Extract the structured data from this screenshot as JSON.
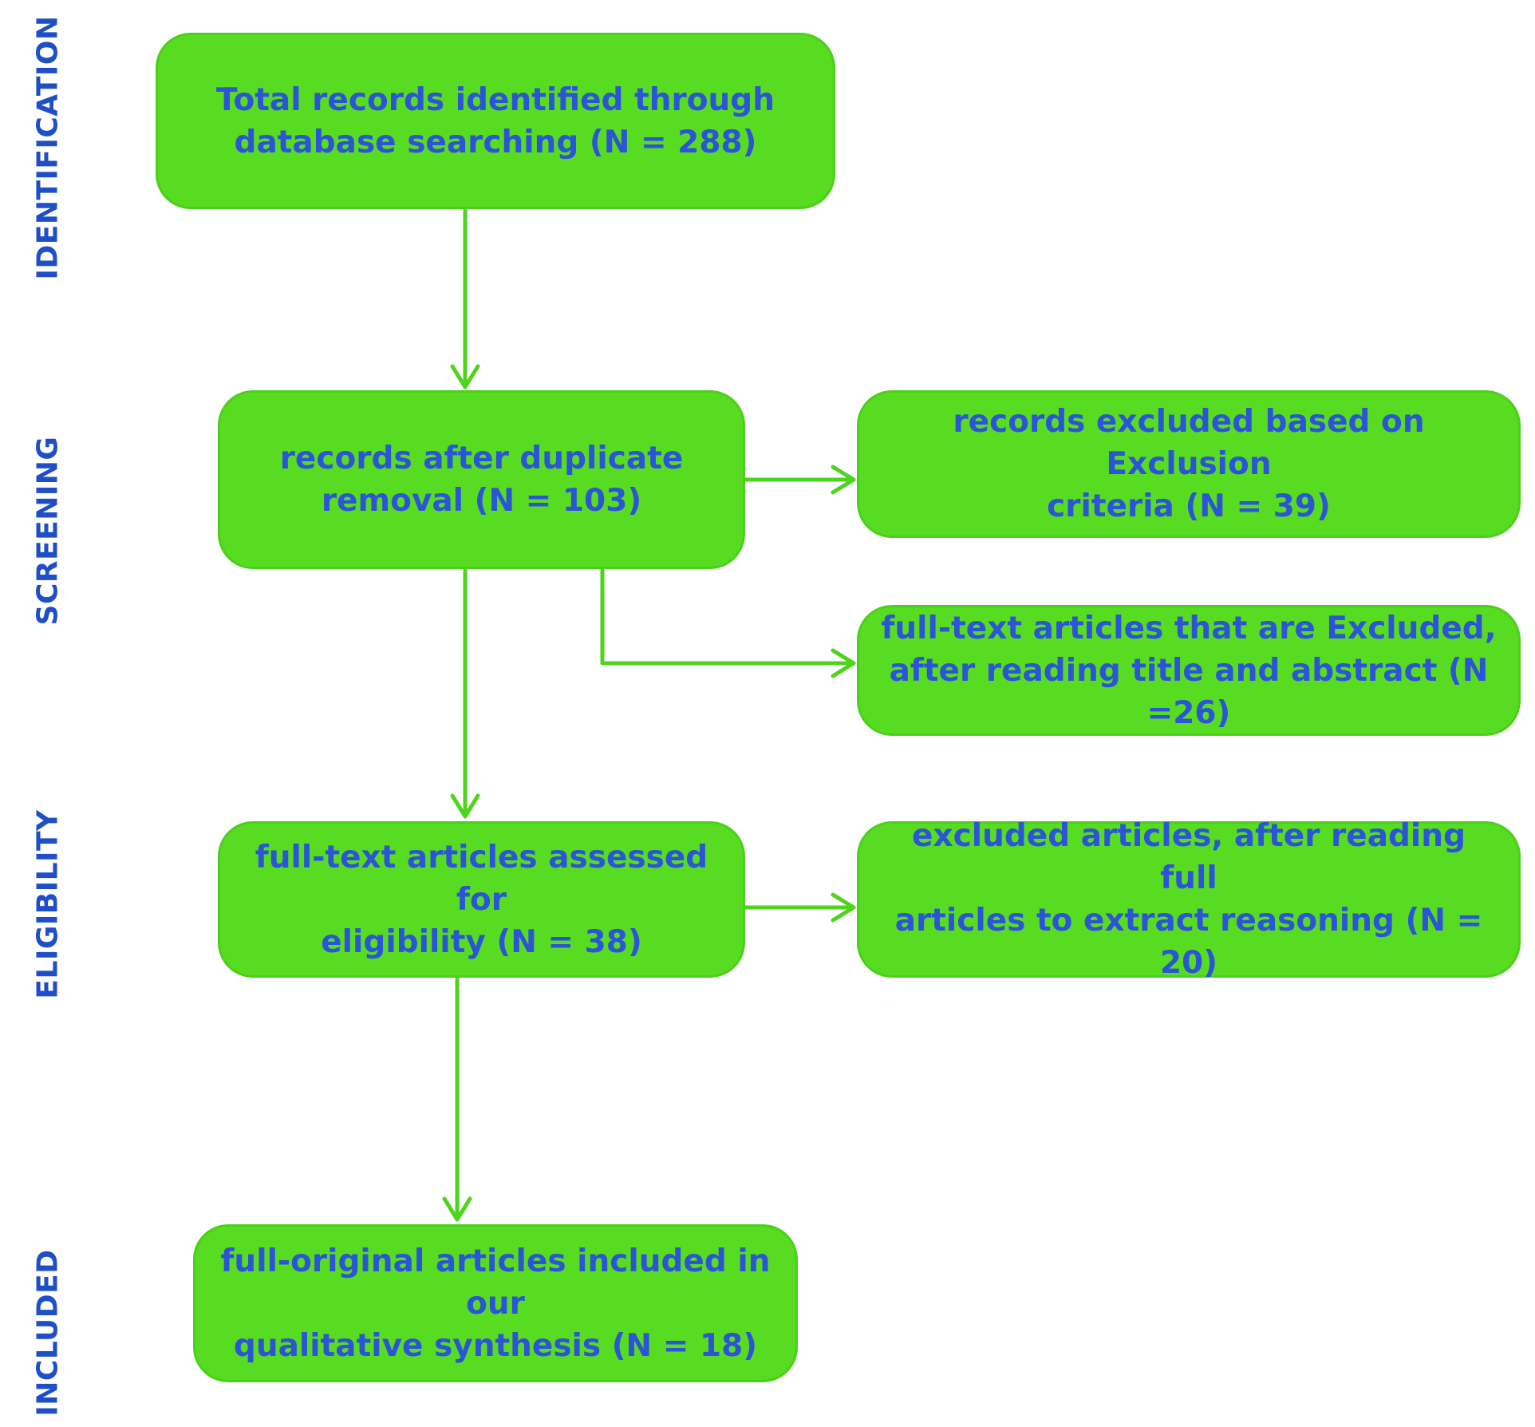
{
  "stages": {
    "identification": "IDENTIFICATION",
    "screening": "SCREENING",
    "eligibility": "ELIGIBILITY",
    "included": "INCLUDED"
  },
  "boxes": {
    "identified": "Total records identified through\ndatabase searching  (N = 288)",
    "after_duplicates": "records after duplicate\nremoval (N = 103)",
    "excluded_criteria": "records excluded based on Exclusion\ncriteria (N = 39)",
    "excluded_title_abstract": "full-text articles that are Excluded,\nafter reading title and abstract (N =26)",
    "assessed_eligibility": "full-text articles assessed for\neligibility (N = 38)",
    "excluded_full_read": "excluded articles, after reading full\narticles to extract reasoning  (N = 20)",
    "included_synthesis": "full-original articles included in our\nqualitative synthesis  (N = 18)"
  },
  "colors": {
    "box_fill": "#58dc22",
    "box_text": "#2b55d6",
    "stage_text": "#1f4fc8",
    "connector": "#4fd41c"
  }
}
